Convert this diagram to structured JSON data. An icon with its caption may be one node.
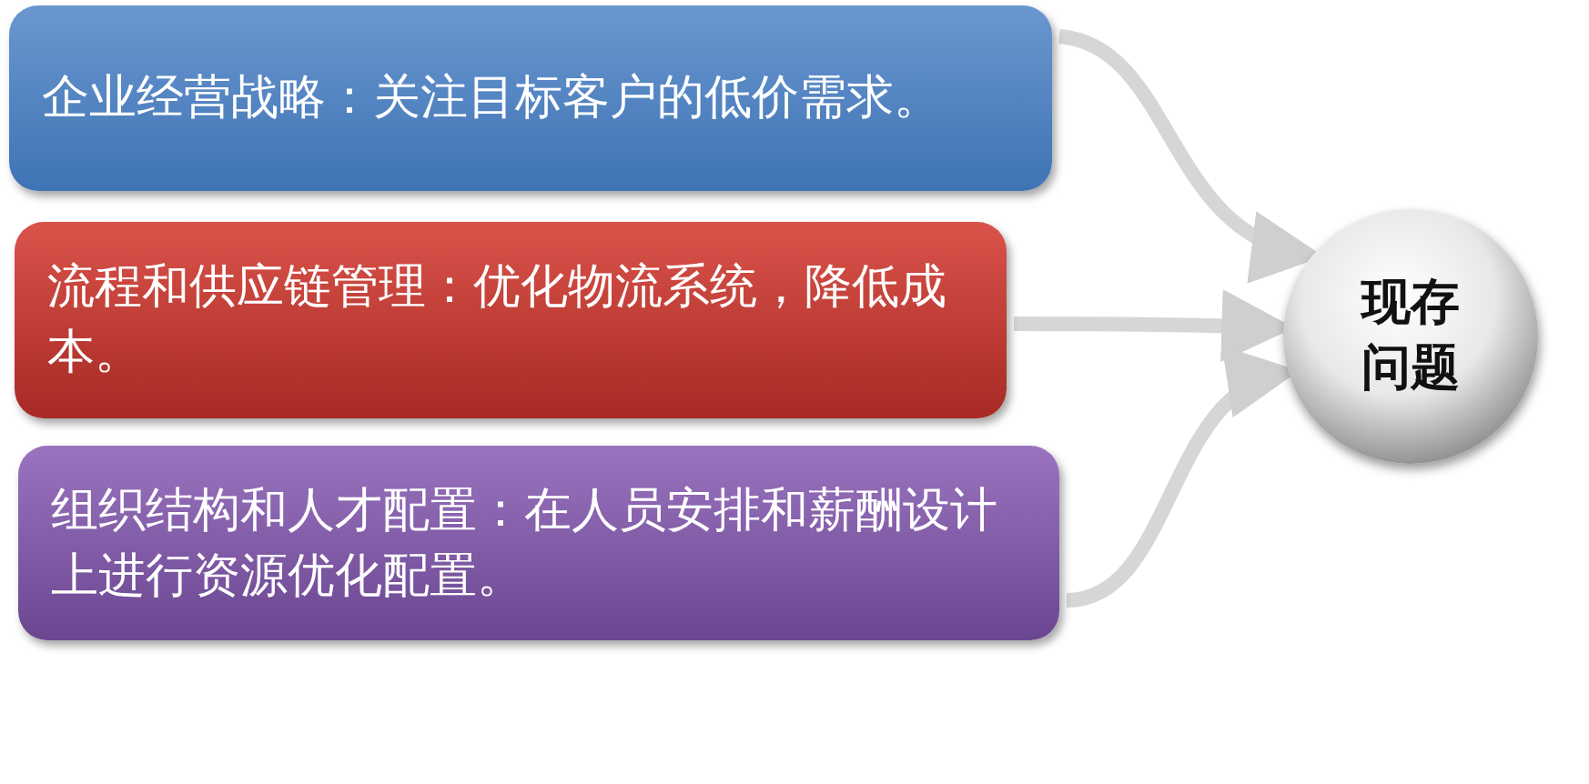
{
  "diagram": {
    "nodes": [
      {
        "text": [
          "企业经营战略：关注目标客户的低价需求。"
        ]
      },
      {
        "text": [
          "流程和供应链管理：优化物流系统，降低成本。"
        ]
      },
      {
        "text": [
          "组织结构和人才配置：在人员安排和薪酬设计上进行资源优化配置。"
        ]
      },
      {
        "text": [
          "现存问题"
        ]
      }
    ],
    "edges": [
      {
        "from": 0,
        "to": 3,
        "arrow": "to"
      },
      {
        "from": 1,
        "to": 3,
        "arrow": "to"
      },
      {
        "from": 2,
        "to": 3,
        "arrow": "to"
      }
    ]
  }
}
